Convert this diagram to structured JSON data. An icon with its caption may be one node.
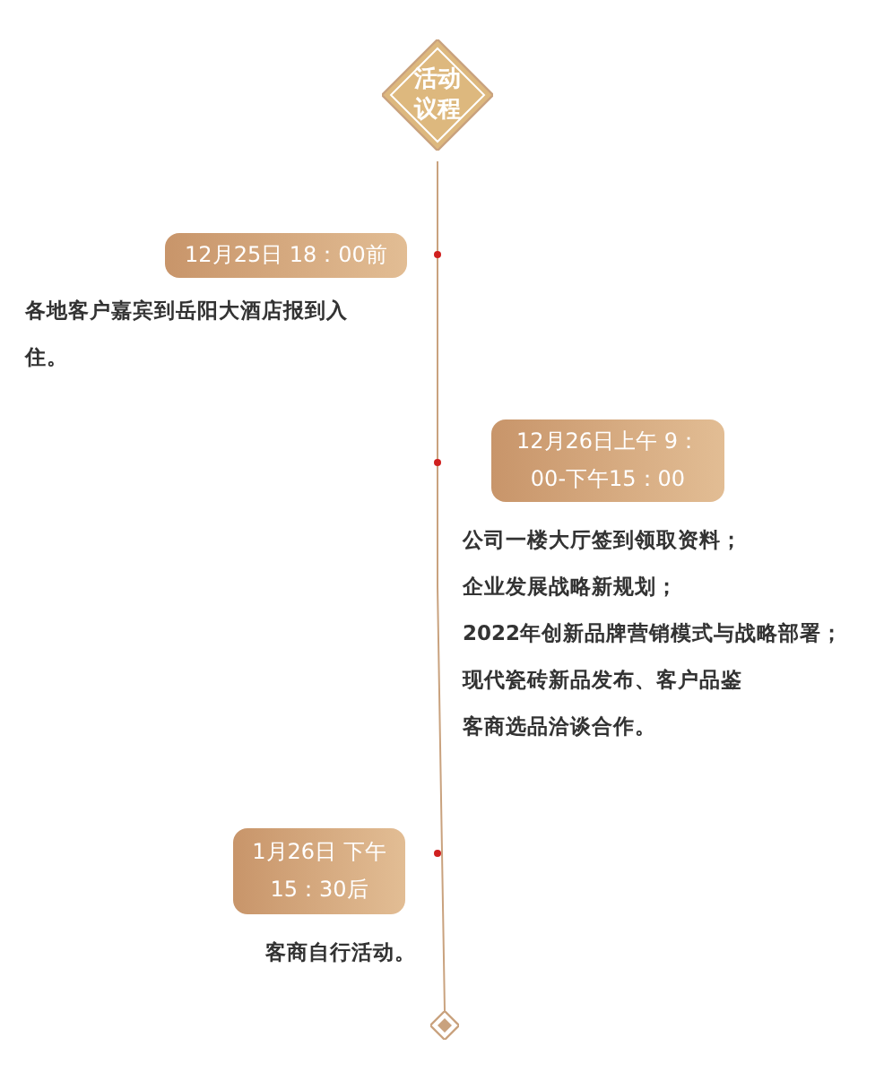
{
  "diagram": {
    "nodes": [
      {
        "text": [
          "活动议程"
        ]
      },
      {
        "text": [
          "12月25日 18：00前"
        ]
      },
      {
        "text": [
          "各地客户嘉宾到岳阳大酒店报到入住。"
        ]
      },
      {
        "text": [
          "12月26日上午 9：00-下午15：00"
        ]
      },
      {
        "text": [
          "公司一楼大厅签到领取资料；",
          "企业发展战略新规划；",
          "2022年创新品牌营销模式与战略部署；",
          "现代瓷砖新品发布、客户品鉴",
          "客商选品洽谈合作。"
        ]
      },
      {
        "text": [
          "1月26日 下午 15：30后"
        ]
      },
      {
        "text": [
          "客商自行活动。"
        ]
      },
      {
        "text": [],
        "shape": "diamond"
      }
    ],
    "edges": [
      {
        "from": 0,
        "to": 7,
        "arrow": "none"
      }
    ]
  }
}
